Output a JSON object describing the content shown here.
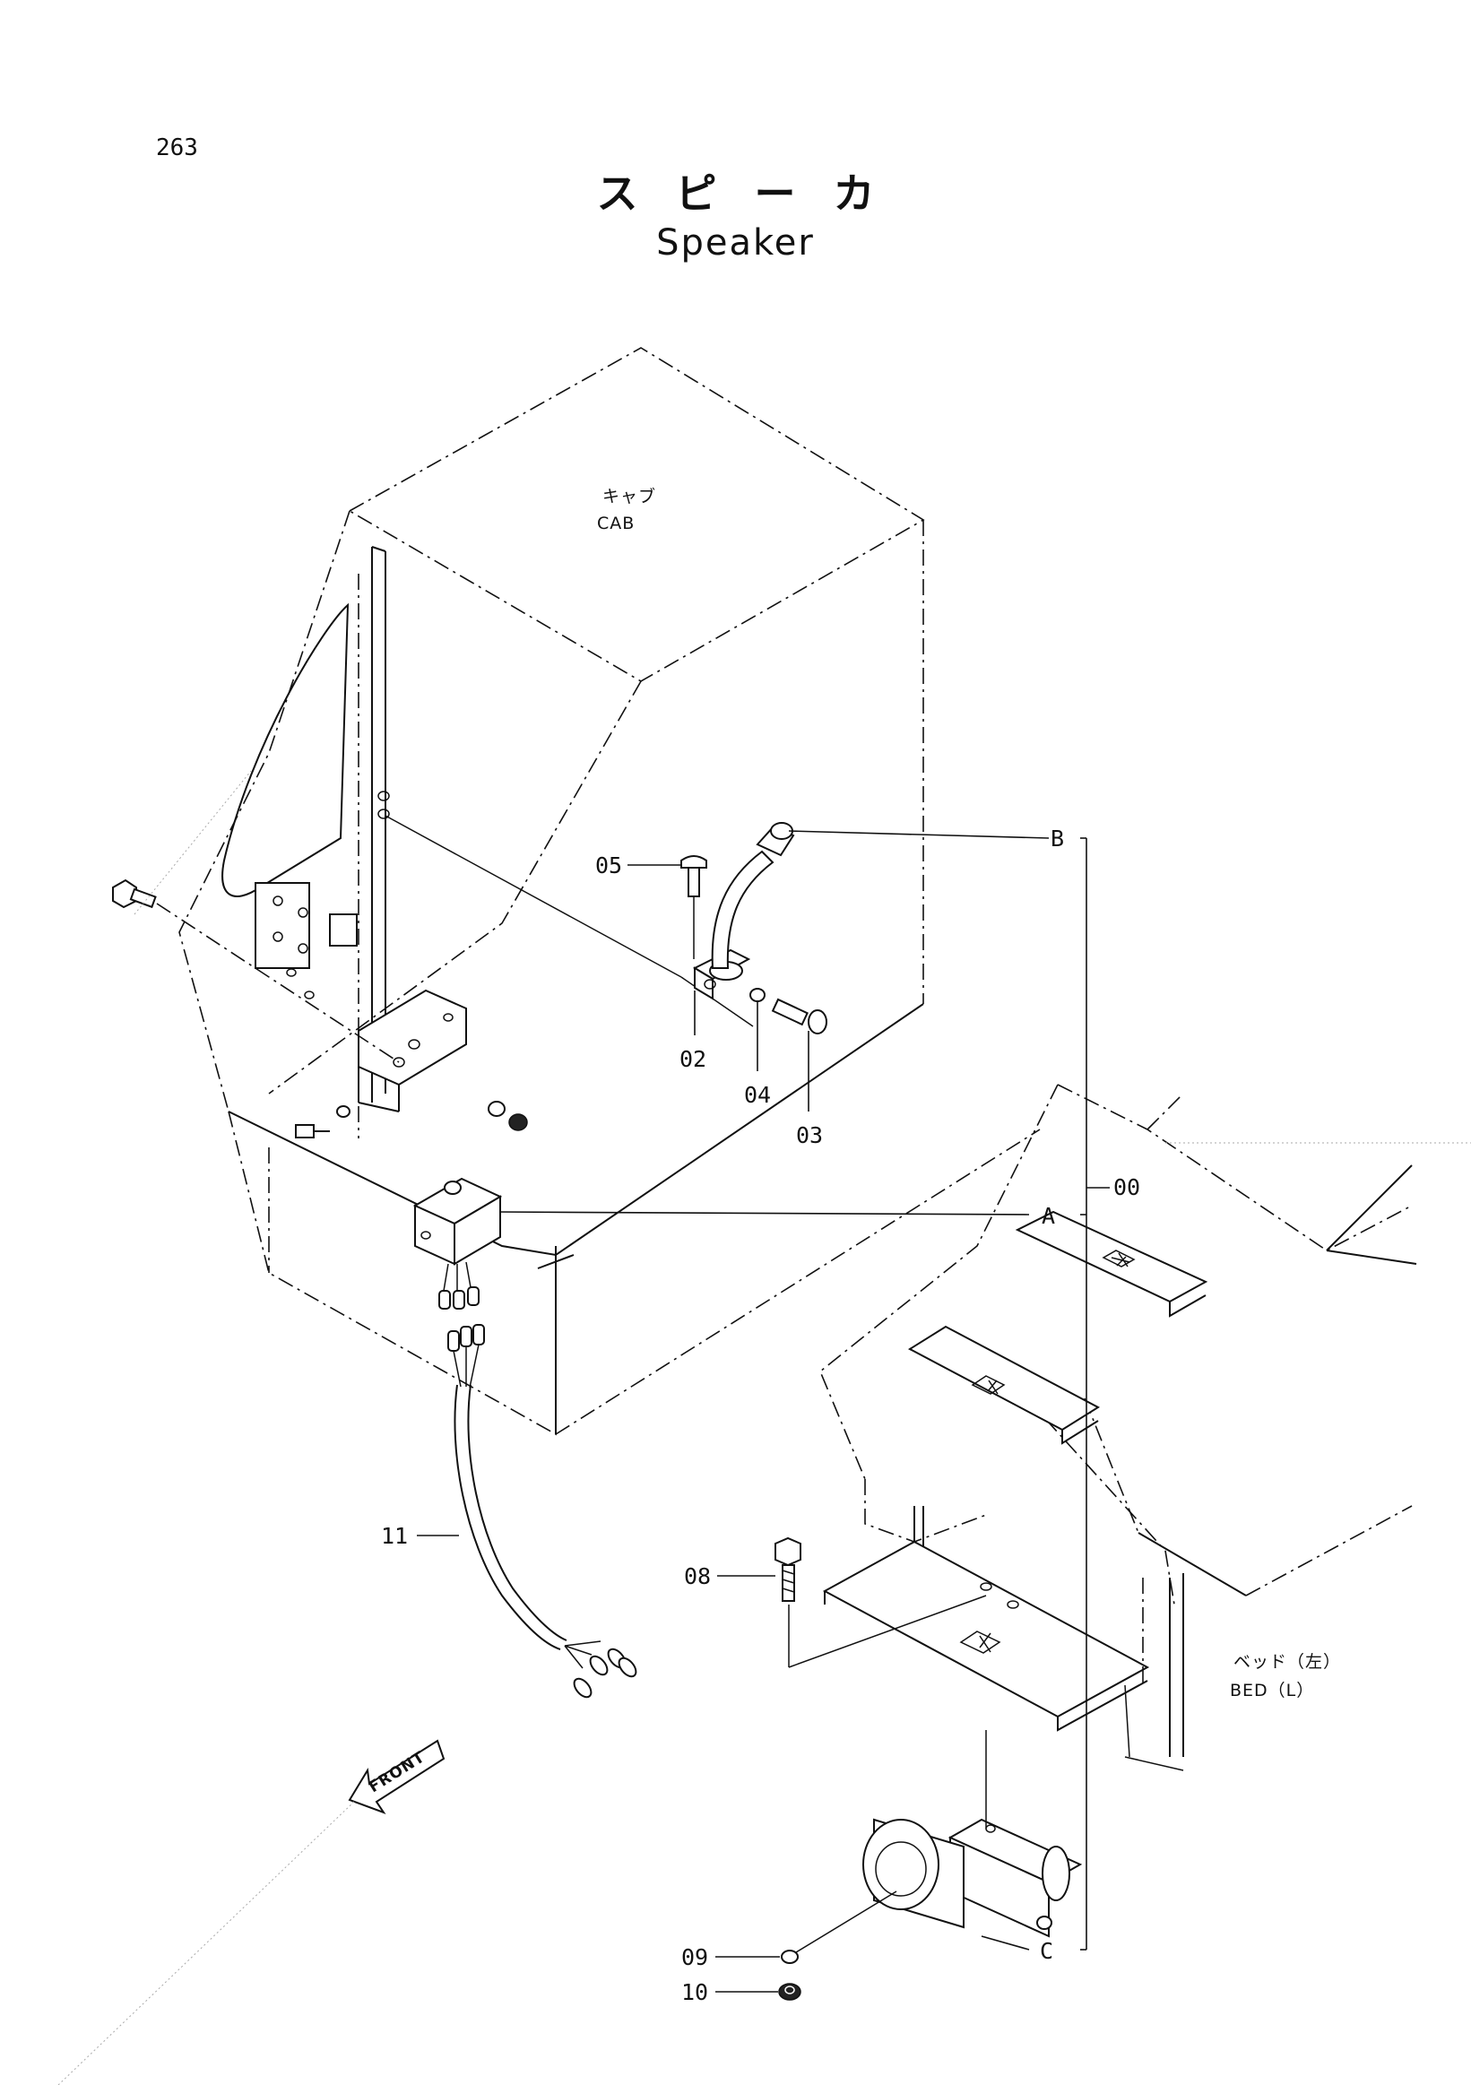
{
  "page_number": "263",
  "title_jp": "スピーカ",
  "title_en": "Speaker",
  "labels": {
    "cab_jp": "キャブ",
    "cab_en": "CAB",
    "bed_jp": "ベッド（左）",
    "bed_en": "BED（L）",
    "front": "FRONT"
  },
  "part_numbers": {
    "p00": "00",
    "p02": "02",
    "p03": "03",
    "p04": "04",
    "p05": "05",
    "p08": "08",
    "p09": "09",
    "p10": "10",
    "p11": "11"
  },
  "connectors": {
    "a": "A",
    "b": "B",
    "c": "C"
  }
}
